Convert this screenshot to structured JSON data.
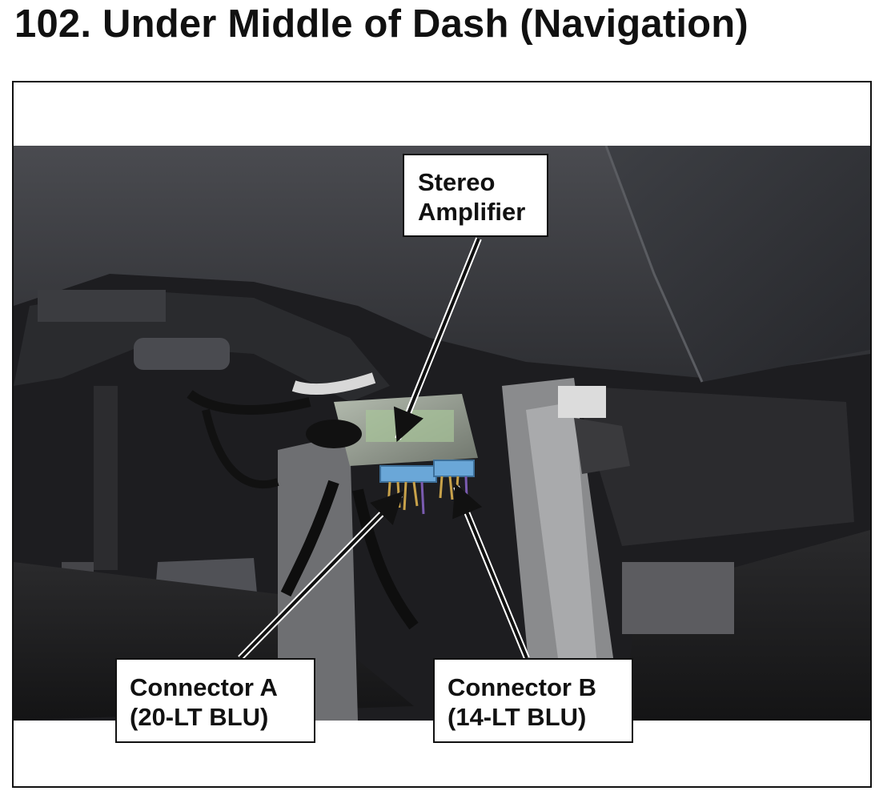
{
  "title": "102.  Under Middle of Dash (Navigation)",
  "callouts": {
    "stereo_amplifier": {
      "line1": "Stereo",
      "line2": "Amplifier"
    },
    "connector_a": {
      "line1": "Connector A",
      "line2": "(20-LT BLU)"
    },
    "connector_b": {
      "line1": "Connector B",
      "line2": "(14-LT BLU)"
    }
  },
  "photo": {
    "description_icon": "dashboard-photo",
    "connector_color": "#6aa7d8"
  }
}
